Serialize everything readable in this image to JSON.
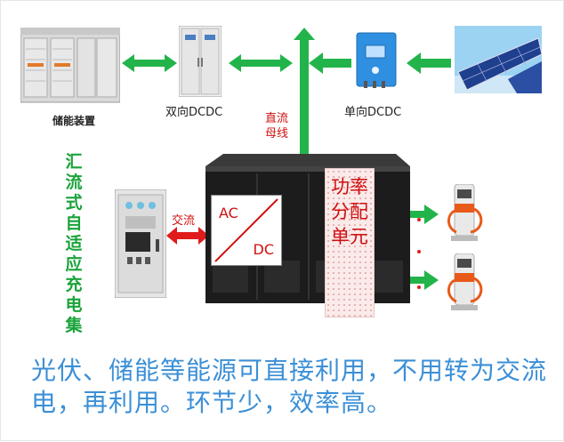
{
  "labels": {
    "storage": "储能装置",
    "bidirectional": "双向DCDC",
    "unidirectional": "单向DCDC",
    "dc_bus": "直流母线",
    "ac": "交流",
    "ac_box_ac": "AC",
    "ac_box_dc": "DC",
    "power_unit": "功率分配单元",
    "vertical_title": "汇流式自适应充电集"
  },
  "bottom_text": "光伏、储能等能源可直接利用，不用转为交流电，再利用。环节少，效率高。",
  "colors": {
    "arrow_green": "#22b44a",
    "arrow_red": "#e01b1b",
    "text_blue": "#3b8fd6",
    "label_red": "#d01010",
    "title_green": "#1aa33a"
  }
}
